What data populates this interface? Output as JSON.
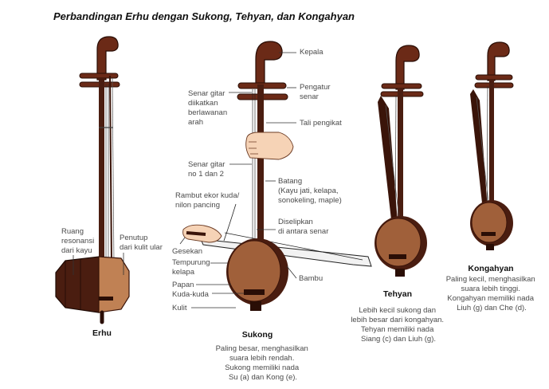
{
  "title": "Perbandingan Erhu dengan Sukong, Tehyan, dan Kongahyan",
  "colors": {
    "wood_dark": "#4a1d10",
    "wood_mid": "#6b2a17",
    "resonator": "#a0603a",
    "resonator_light": "#c9895d",
    "skin_hand": "#f6d3b6",
    "bow_gray": "#f2f2f2"
  },
  "instruments": {
    "erhu": {
      "name": "Erhu",
      "labels": {
        "resonance": [
          "Ruang",
          "resonansi",
          "dari kayu"
        ],
        "cover": [
          "Penutup",
          "dari kulit ular"
        ]
      }
    },
    "sukong": {
      "name": "Sukong",
      "labels": {
        "head": [
          "Kepala"
        ],
        "tuner": [
          "Pengatur",
          "senar"
        ],
        "strings_tied": [
          "Senar gitar",
          "diikatkan",
          "berlawanan",
          "arah"
        ],
        "rope": [
          "Tali pengikat"
        ],
        "strings_12": [
          "Senar gitar",
          "no 1 dan 2"
        ],
        "neck": [
          "Batang",
          "(Kayu jati, kelapa,",
          "sonokeling, maple)"
        ],
        "bow_hair": [
          "Rambut ekor kuda/",
          "nilon pancing"
        ],
        "inserted": [
          "Diselipkan",
          "di antara senar"
        ],
        "bow": [
          "Gesekan"
        ],
        "shell": [
          "Tempurung",
          "kelapa"
        ],
        "board": [
          "Papan"
        ],
        "bridge": [
          "Kuda-kuda"
        ],
        "skin": [
          "Kulit"
        ],
        "bamboo": [
          "Bambu"
        ]
      },
      "description": [
        "Paling besar, menghasilkan",
        "suara lebih rendah.",
        "Sukong memiliki nada",
        "Su (a) dan Kong (e)."
      ]
    },
    "tehyan": {
      "name": "Tehyan",
      "description": [
        "Lebih kecil sukong dan",
        "lebih besar dari kongahyan.",
        "Tehyan memiliki nada",
        "Siang (c) dan Liuh (g)."
      ]
    },
    "kongahyan": {
      "name": "Kongahyan",
      "description": [
        "Paling kecil, menghasilkan",
        "suara lebih tinggi.",
        "Kongahyan memiliki nada",
        "Liuh (g) dan Che (d)."
      ]
    }
  }
}
